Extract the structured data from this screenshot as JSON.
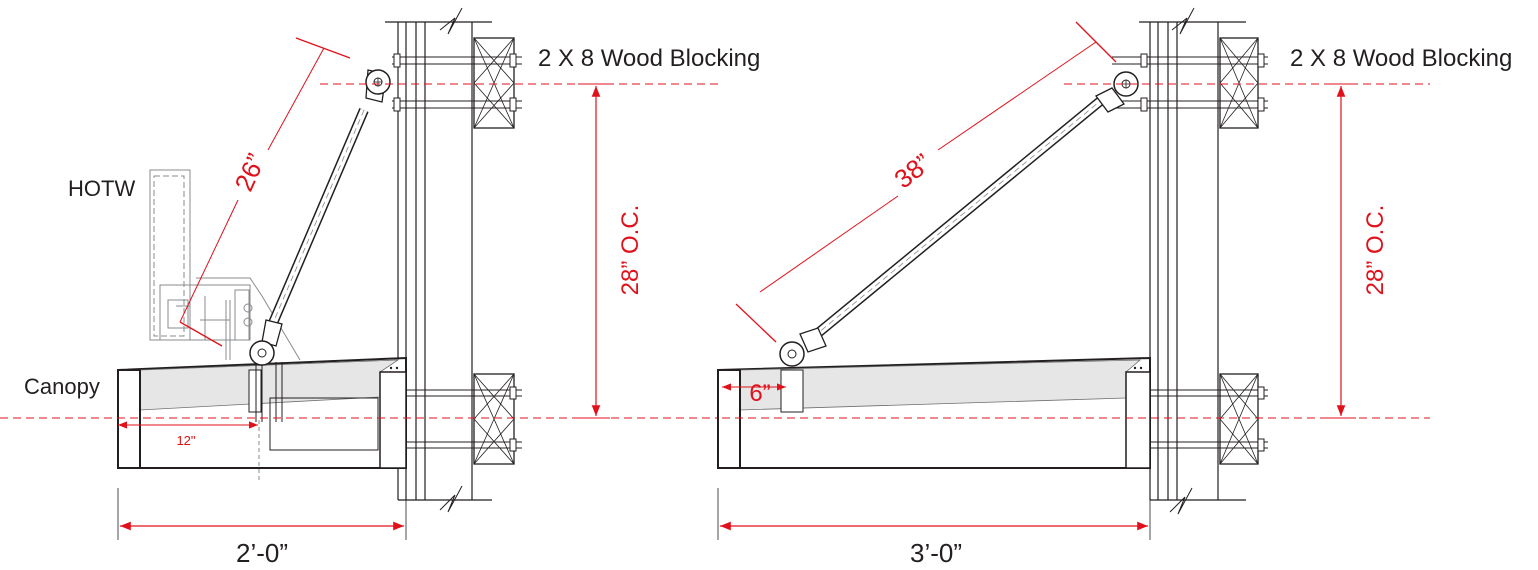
{
  "colors": {
    "dimension": "#e0111b",
    "line": "#231f20",
    "part": "#6d6e71",
    "fill": "#e6e6e6"
  },
  "left_view": {
    "blocking_label": "2 X 8 Wood Blocking",
    "hotw_label": "HOTW",
    "canopy_label": "Canopy",
    "arm_length": "26”",
    "spacing": "28” O.C.",
    "offset": "12\"",
    "projection": "2’-0”"
  },
  "right_view": {
    "blocking_label": "2 X 8 Wood Blocking",
    "arm_length": "38”",
    "spacing": "28” O.C.",
    "offset": "6”",
    "projection": "3’-0”"
  }
}
